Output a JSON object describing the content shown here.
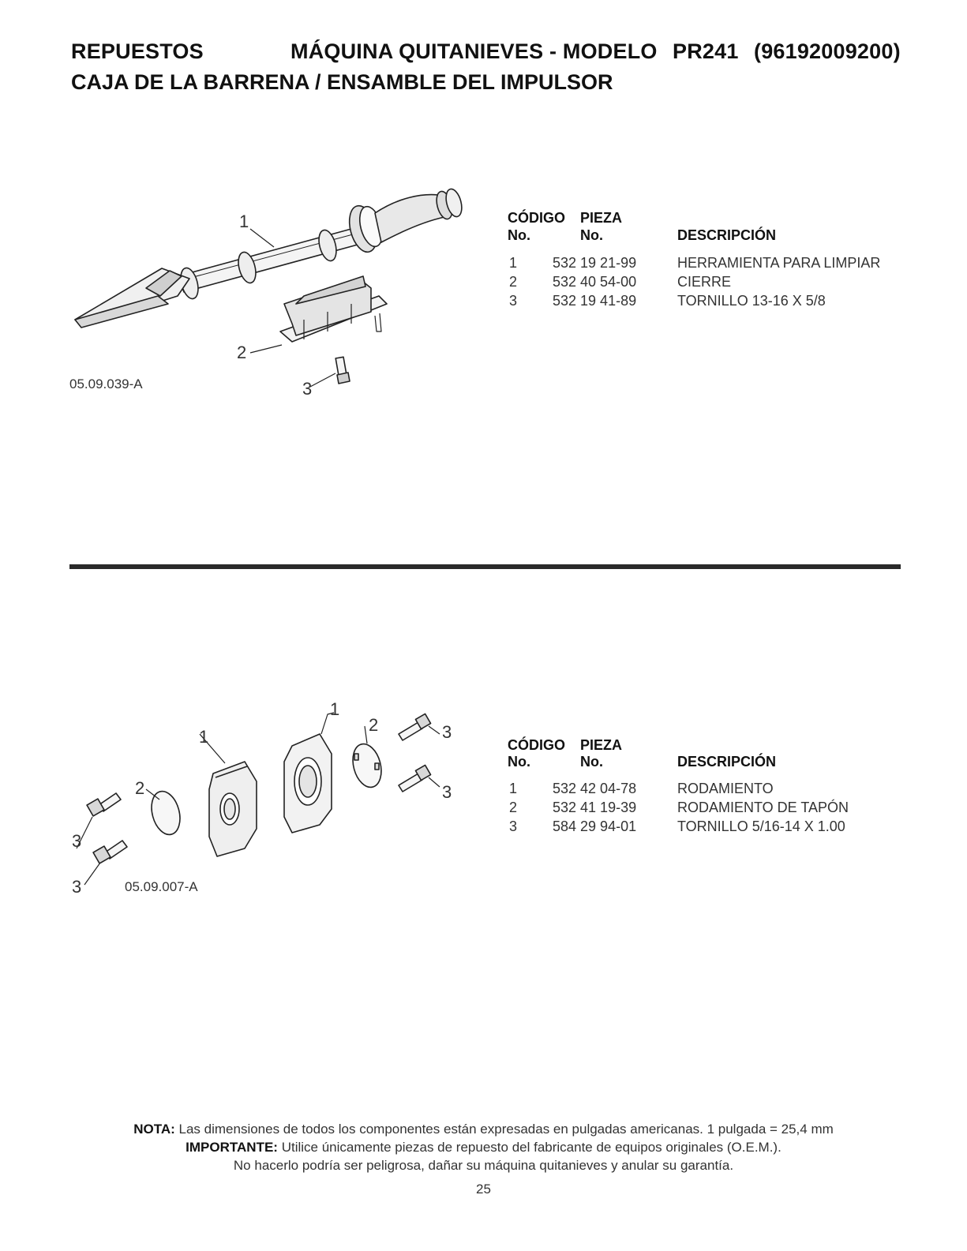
{
  "header": {
    "left": "REPUESTOS",
    "center": "MÁQUINA QUITANIEVES - MODELO",
    "model": "PR241",
    "code": "(96192009200)",
    "subtitle": "CAJA DE LA BARRENA / ENSAMBLE DEL IMPULSOR"
  },
  "section1": {
    "figure_code": "05.09.039-A",
    "callouts": [
      "1",
      "2",
      "3"
    ],
    "table": {
      "col1_top": "CÓDIGO",
      "col1_bottom": "No.",
      "col2_top": "PIEZA",
      "col2_bottom": "No.",
      "col3": "DESCRIPCIÓN",
      "rows": [
        {
          "code": "1",
          "part": "532 19 21-99",
          "desc": "HERRAMIENTA PARA LIMPIAR"
        },
        {
          "code": "2",
          "part": "532 40 54-00",
          "desc": "CIERRE"
        },
        {
          "code": "3",
          "part": "532 19 41-89",
          "desc": "TORNILLO 13-16 X 5/8"
        }
      ]
    }
  },
  "section2": {
    "figure_code": "05.09.007-A",
    "callouts": [
      "1",
      "1",
      "2",
      "2",
      "3",
      "3",
      "3",
      "3"
    ],
    "table": {
      "col1_top": "CÓDIGO",
      "col1_bottom": "No.",
      "col2_top": "PIEZA",
      "col2_bottom": "No.",
      "col3": "DESCRIPCIÓN",
      "rows": [
        {
          "code": "1",
          "part": "532 42 04-78",
          "desc": "RODAMIENTO"
        },
        {
          "code": "2",
          "part": "532 41 19-39",
          "desc": "RODAMIENTO DE TAPÓN"
        },
        {
          "code": "3",
          "part": "584 29 94-01",
          "desc": "TORNILLO 5/16-14 X 1.00"
        }
      ]
    }
  },
  "footer": {
    "nota_label": "NOTA:",
    "nota_text": " Las dimensiones de todos los componentes están expresadas en pulgadas americanas.  1 pulgada = 25,4 mm",
    "importante_label": "IMPORTANTE:",
    "importante_text": " Utilice únicamente piezas de repuesto del fabricante de equipos originales (O.E.M.).",
    "line3": "No hacerlo podría ser peligrosa, dañar su máquina quitanieves y anular su garantía.",
    "page_number": "25"
  }
}
